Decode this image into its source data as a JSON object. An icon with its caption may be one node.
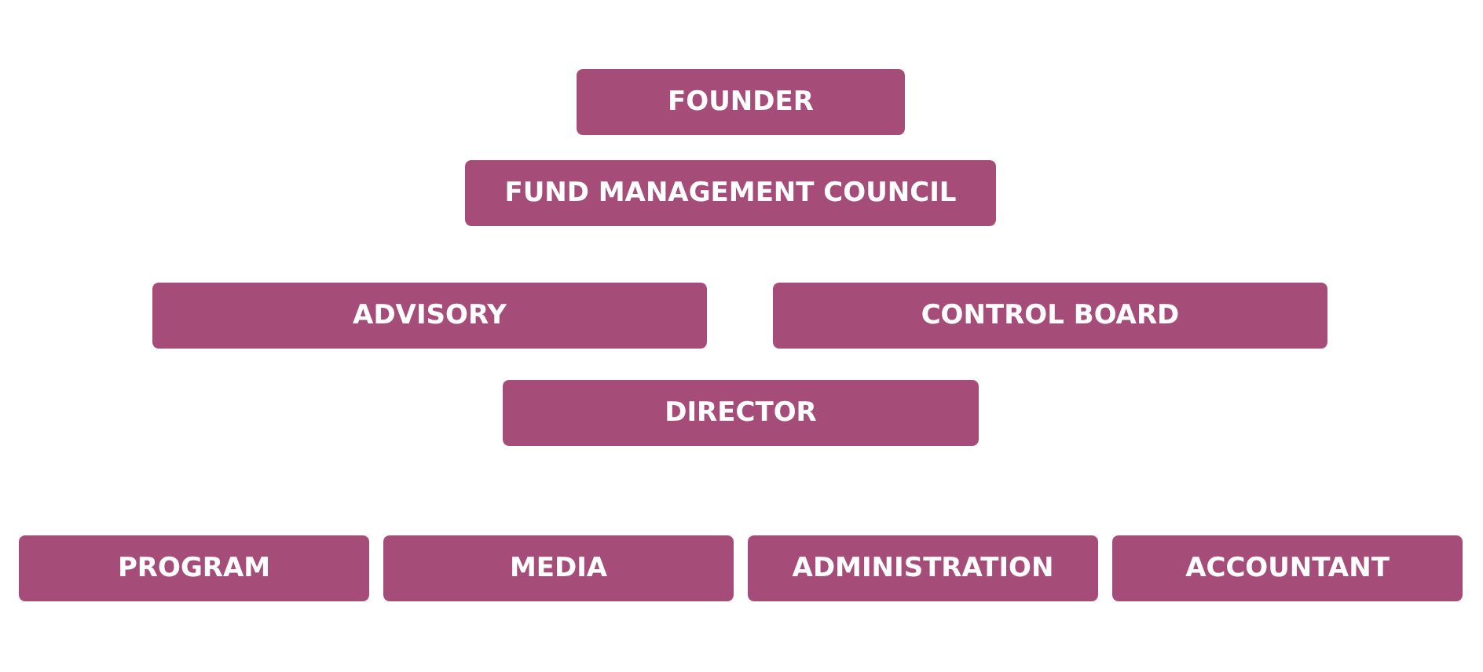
{
  "diagram": {
    "nodes": [
      {
        "text": [
          "FOUNDER"
        ]
      },
      {
        "text": [
          "FUND MANAGEMENT COUNCIL"
        ]
      },
      {
        "text": [
          "ADVISORY"
        ]
      },
      {
        "text": [
          "CONTROL BOARD"
        ]
      },
      {
        "text": [
          "DIRECTOR"
        ]
      },
      {
        "text": [
          "PROGRAM"
        ]
      },
      {
        "text": [
          "MEDIA"
        ]
      },
      {
        "text": [
          "ADMINISTRATION"
        ]
      },
      {
        "text": [
          "ACCOUNTANT"
        ]
      }
    ]
  }
}
